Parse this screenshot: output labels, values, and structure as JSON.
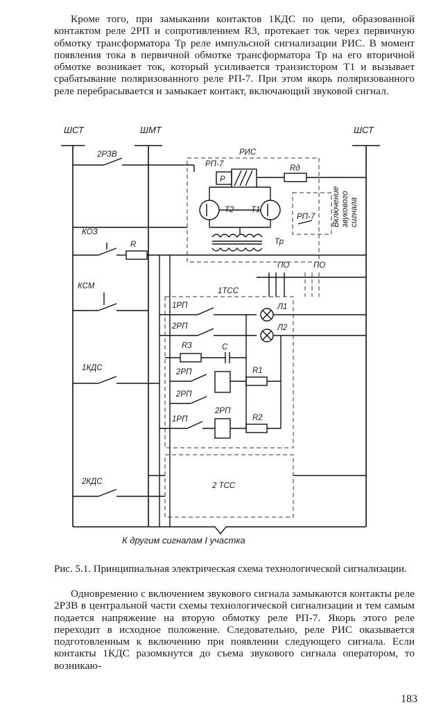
{
  "paragraph_top": "Кроме того, при замыкании контактов 1КДС по цепи, образованной контактом реле 2РП и сопротивлением R3, протекает ток через первичную обмотку трансформатора Тр реле импульсной сигнализации РИС. В момент появления тока в первичной обмотке трансформатора Тр на его вторичной обмотке возникает ток, который усиливается транзистором T1 и вызывает срабатывание поляризованного реле РП-7. При этом якорь поляризованного реле перебрасывается и замыкает контакт, включающий звуковой сигнал.",
  "figure": {
    "labels": {
      "bus_left": "ШСТ",
      "bus_mid": "ШМТ",
      "bus_right": "ШСТ",
      "relay_2rzv": "2РЗВ",
      "block_ris": "РИС",
      "rp7_top": "РП-7",
      "p": "Р",
      "rd": "Rд",
      "t2": "Т2",
      "t1": "Т1",
      "tr": "Тр",
      "rp7_side": "РП-7",
      "sound_1": "Включение",
      "sound_2": "звукового",
      "sound_3": "сигнала",
      "ko3": "КОЗ",
      "r": "R",
      "po1": "ПО",
      "po2": "ПО",
      "ksm": "КСМ",
      "block_1tss": "1ТСС",
      "rp1a": "1РП",
      "rp2a": "2РП",
      "l1": "Л1",
      "l2": "Л2",
      "r3": "R3",
      "c": "С",
      "rp2b": "2РП",
      "r1": "R1",
      "kds1": "1КДС",
      "rp2c": "2РП",
      "rp2d": "2РП",
      "rp1b": "1РП",
      "r2": "R2",
      "block_2tss": "2 ТСС",
      "kds2": "2КДС",
      "bottom": "К другим сигналам I участка"
    }
  },
  "caption": "Рис. 5.1. Принципиальная электрическая схема технологической сигнализации.",
  "paragraph_bottom": "Одновременно с включением звукового сигнала замыкаются контакты реле 2РЗВ в центральной части схемы технологической сигнализации и тем самым подается напряжение на вторую обмотку реле РП-7. Якорь этого реле переходит в исходное положение. Следовательно, реле РИС оказывается подготовленным к включению при появлении следующего сигнала. Если контакты 1КДС разомкнутся до съема звукового сигнала оператором, то возникаю-",
  "page_number": "183"
}
